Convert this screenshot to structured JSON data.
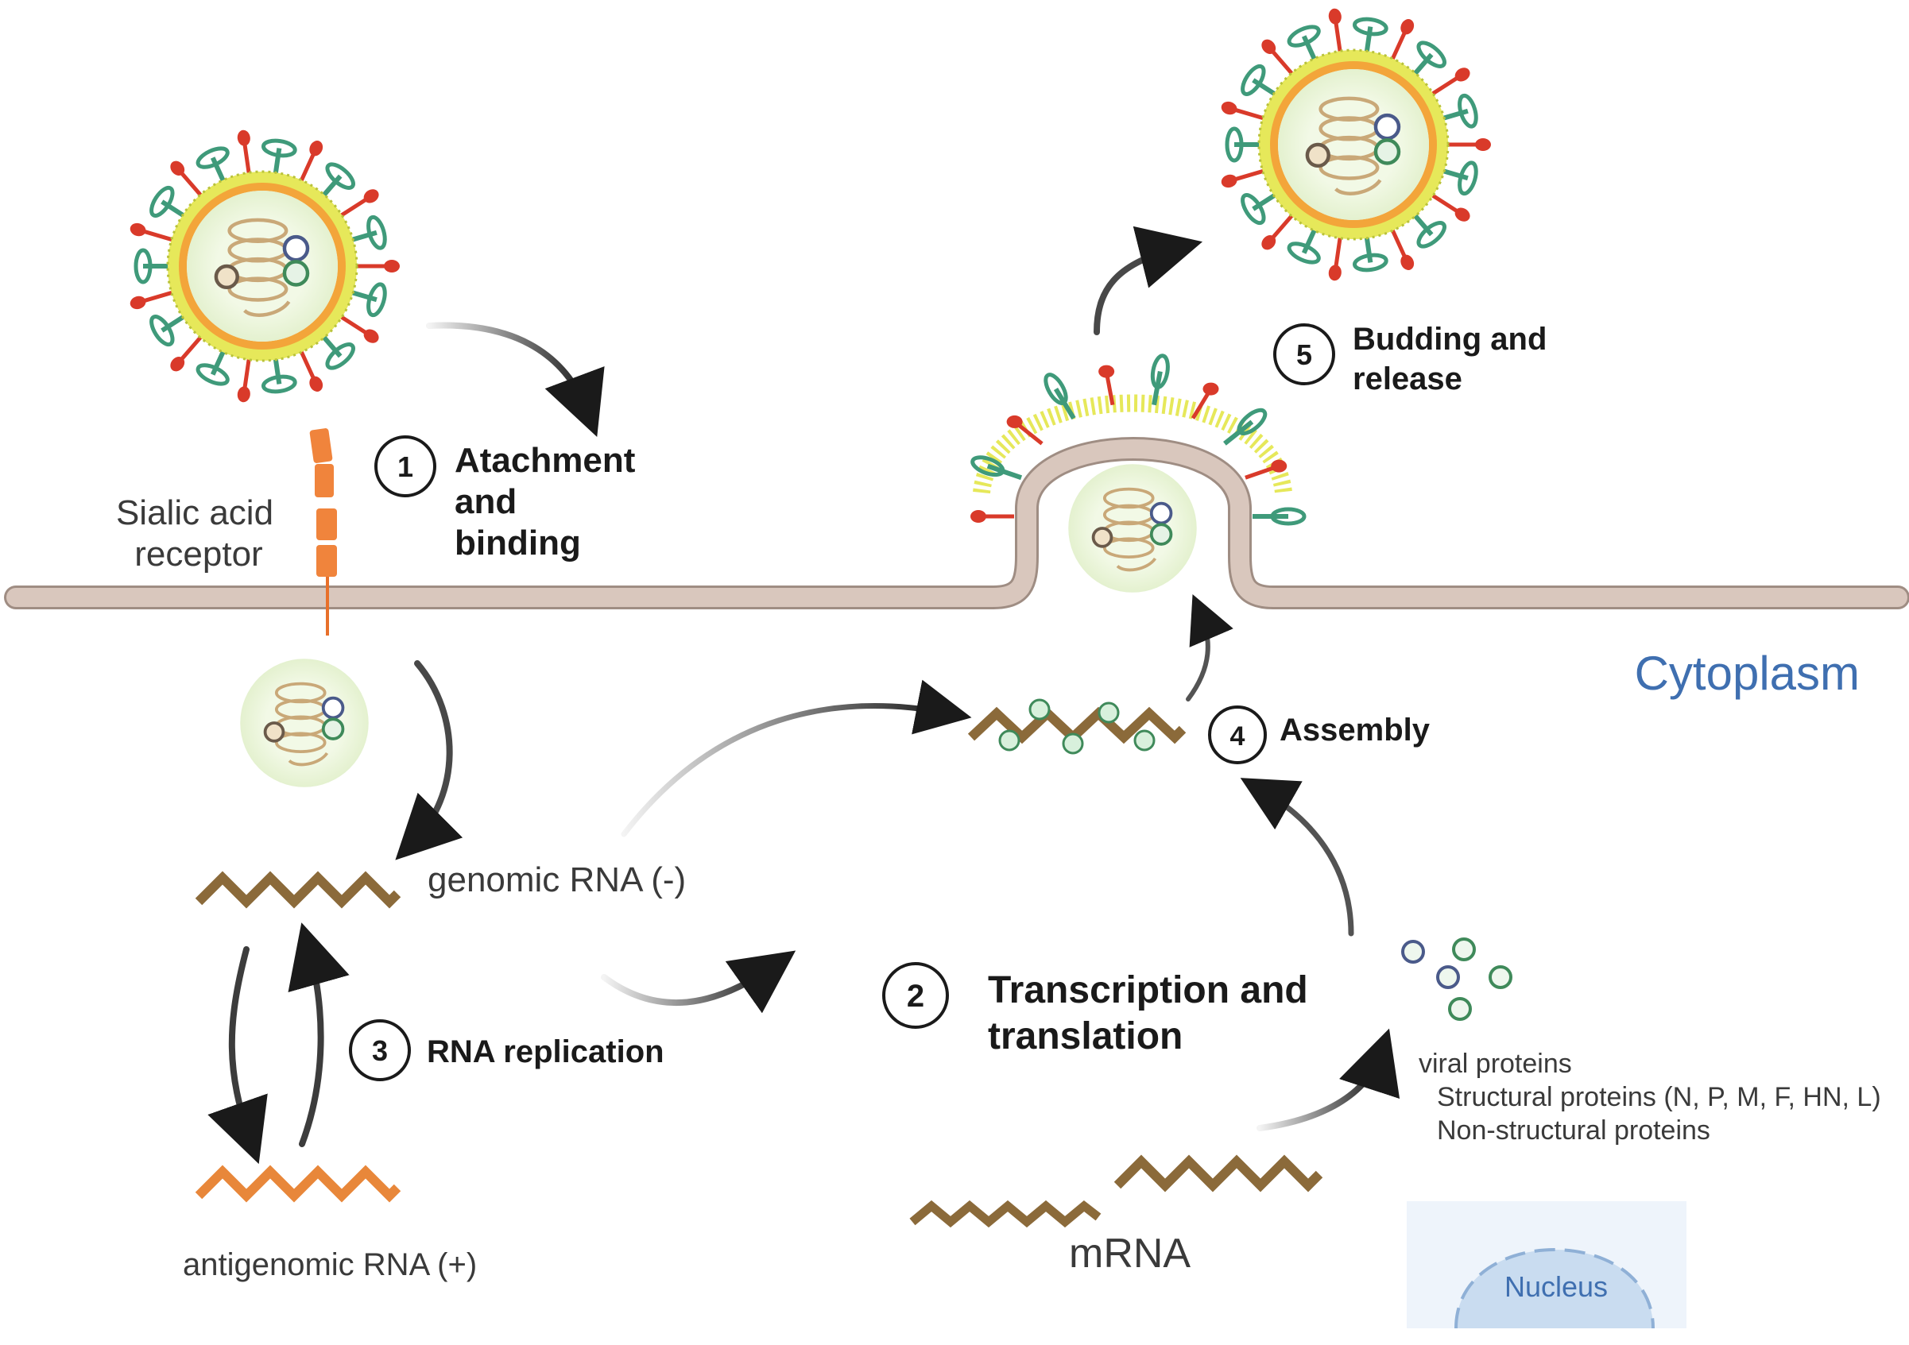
{
  "steps": [
    {
      "num": "1",
      "lines": [
        "Atachment",
        "and",
        "binding"
      ]
    },
    {
      "num": "2",
      "lines": [
        "Transcription and",
        "translation"
      ]
    },
    {
      "num": "3",
      "lines": [
        "RNA replication"
      ]
    },
    {
      "num": "4",
      "lines": [
        "Assembly"
      ]
    },
    {
      "num": "5",
      "lines": [
        "Budding and",
        "release"
      ]
    }
  ],
  "labels": {
    "receptor_line1": "Sialic acid",
    "receptor_line2": "receptor",
    "genomic_rna": "genomic RNA (-)",
    "antigenomic_rna": "antigenomic RNA (+)",
    "mrna": "mRNA",
    "cytoplasm": "Cytoplasm",
    "nucleus": "Nucleus",
    "viral_proteins": "viral proteins",
    "structural_proteins": "Structural proteins (N, P, M, F, HN, L)",
    "nonstructural_proteins": "Non-structural proteins"
  },
  "colors": {
    "membrane": "#d9c7bd",
    "membrane_edge": "#9f8d83",
    "rna_brown": "#8b6a3a",
    "rna_orange": "#e8873a",
    "receptor": "#f0843c",
    "cytoplasm_text": "#3f6fb0",
    "nucleus_fill": "#c9dcf0",
    "spike_green": "#3f9a7a",
    "spike_red": "#d93a2a",
    "envelope_yellow": "#e6e85a",
    "virion_orange": "#f3a53a"
  }
}
